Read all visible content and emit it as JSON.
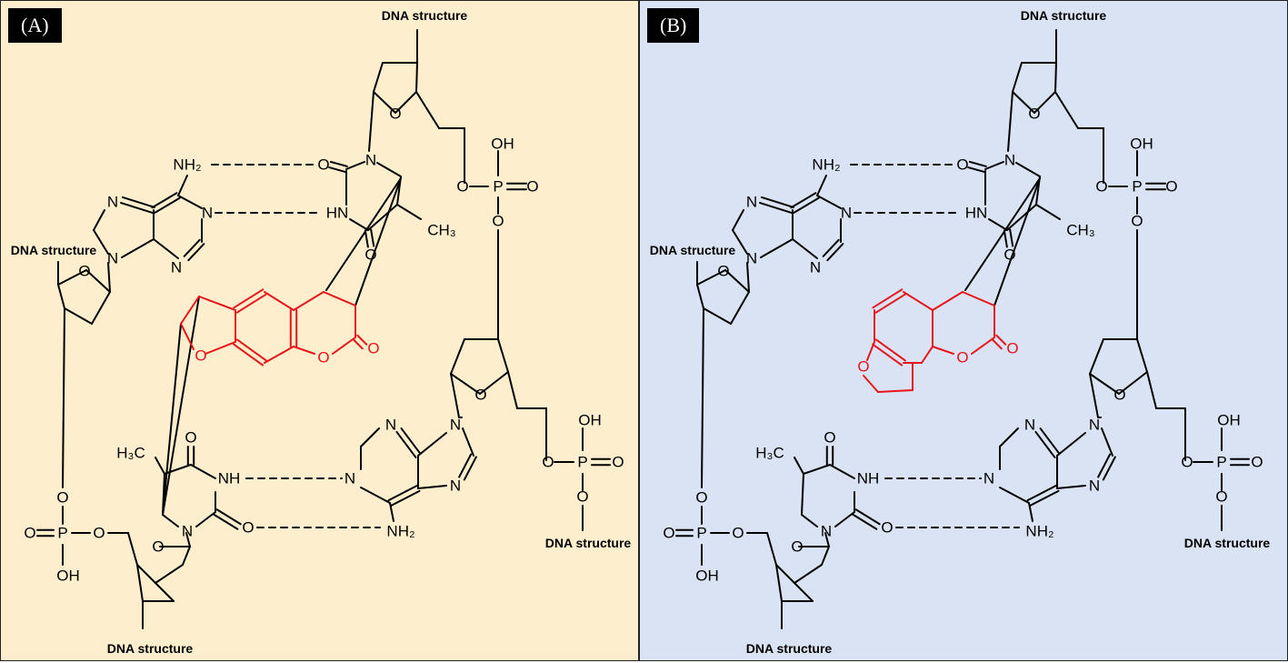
{
  "colors": {
    "panel_a_background": "#fdefcd",
    "panel_b_background": "#dae3f3",
    "bond": "#000000",
    "highlight": "#e8141b"
  },
  "panels": [
    {
      "label": "(A)",
      "dna_label": "DNA structure",
      "atoms": {
        "nh2": "NH₂",
        "n": "N",
        "hn": "HN",
        "nh": "NH",
        "o": "O",
        "oh": "OH",
        "p": "P",
        "ch3": "CH₃",
        "h3c": "H₃C"
      }
    },
    {
      "label": "(B)",
      "dna_label": "DNA structure",
      "atoms": {
        "nh2": "NH₂",
        "n": "N",
        "hn": "HN",
        "nh": "NH",
        "o": "O",
        "oh": "OH",
        "p": "P",
        "ch3": "CH₃",
        "h3c": "H₃C"
      }
    }
  ]
}
